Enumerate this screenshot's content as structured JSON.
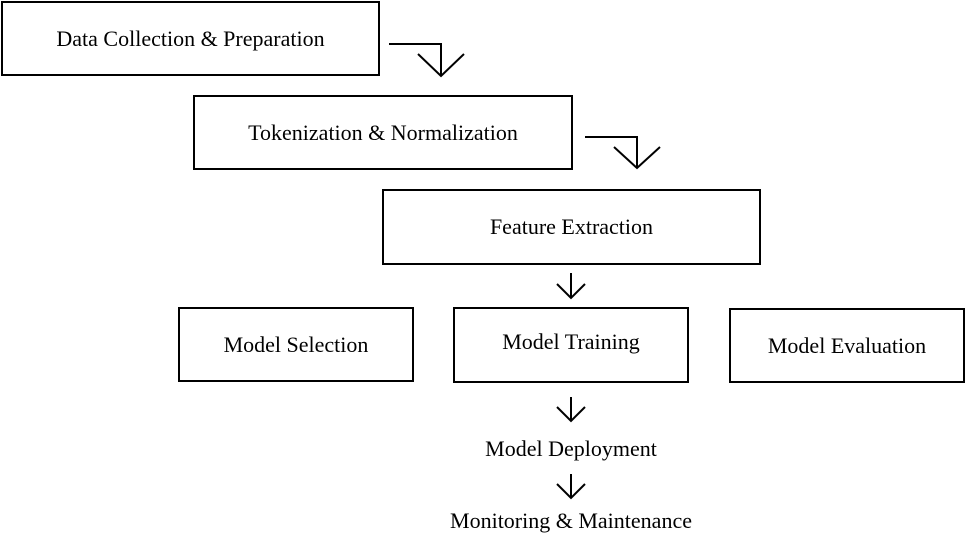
{
  "nodes": {
    "data_collection": "Data Collection & Preparation",
    "tokenization": "Tokenization & Normalization",
    "feature_extraction": "Feature Extraction",
    "model_selection": "Model Selection",
    "model_training": "Model Training",
    "model_evaluation": "Model Evaluation",
    "model_deployment": "Model Deployment",
    "monitoring": "Monitoring & Maintenance"
  }
}
